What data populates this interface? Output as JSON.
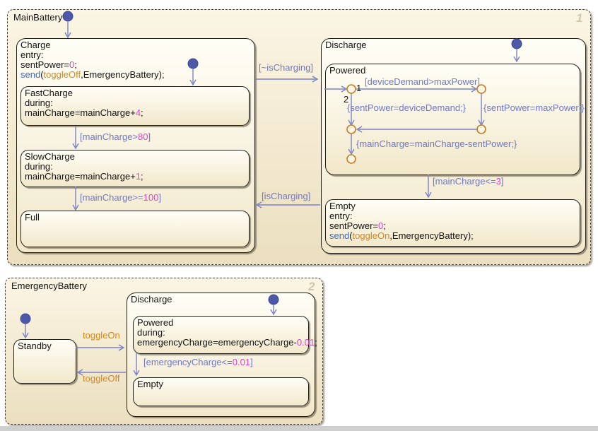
{
  "colors": {
    "transition_line": "#7a82c6",
    "transition_label": "#6f78c4",
    "number_literal": "#dc43c6",
    "keyword_blue": "#3a6bc4",
    "event_orange": "#d4881c",
    "junction_ring": "#c87b28",
    "default_dot": "#4d58a8",
    "state_fill_top": "#fffef6",
    "state_fill_bottom": "#f2e8cb",
    "chart_fill_top": "#fbf5e4",
    "chart_fill_bottom": "#ebdfbf"
  },
  "main_battery": {
    "title": "MainBattery",
    "corner_number": "1",
    "states": {
      "charge": {
        "title": "Charge",
        "entry_label": "entry:",
        "assign": {
          "pre": "sentPower=",
          "num": "0",
          "post": ";"
        },
        "send": {
          "kw": "send",
          "paren": "(",
          "event": "toggleOff",
          "rest": ",EmergencyBattery);"
        }
      },
      "fast_charge": {
        "title": "FastCharge",
        "during_label": "during:",
        "assign": {
          "pre": "mainCharge=mainCharge+",
          "num": "4",
          "post": ";"
        }
      },
      "slow_charge": {
        "title": "SlowCharge",
        "during_label": "during:",
        "assign": {
          "pre": "mainCharge=mainCharge+",
          "num": "1",
          "post": ";"
        }
      },
      "full": {
        "title": "Full"
      },
      "discharge": {
        "title": "Discharge"
      },
      "powered": {
        "title": "Powered"
      },
      "empty": {
        "title": "Empty",
        "entry_label": "entry:",
        "assign": {
          "pre": "sentPower=",
          "num": "0",
          "post": ";"
        },
        "send": {
          "kw": "send",
          "paren": "(",
          "event": "toggleOn",
          "rest": ",EmergencyBattery);"
        }
      }
    },
    "transitions": {
      "not_charging": "[~isCharging]",
      "charging": "[isCharging]",
      "over80": {
        "pre": "[mainCharge>",
        "num": "80",
        "post": "]"
      },
      "ge100": {
        "pre": "[mainCharge>=",
        "num": "100",
        "post": "]"
      },
      "le3": {
        "pre": "[mainCharge<=",
        "num": "3",
        "post": "]"
      },
      "device_demand": "[deviceDemand>maxPower]",
      "sent_device": "{sentPower=deviceDemand;}",
      "sent_max": "{sentPower=maxPower;}",
      "main_minus": "{mainCharge=mainCharge-sentPower;}",
      "branch1": "1",
      "branch2": "2"
    }
  },
  "emergency_battery": {
    "title": "EmergencyBattery",
    "corner_number": "2",
    "states": {
      "standby": {
        "title": "Standby"
      },
      "discharge": {
        "title": "Discharge"
      },
      "powered": {
        "title": "Powered",
        "during_label": "during:",
        "assign": {
          "pre": "emergencyCharge=emergencyCharge-",
          "num": "0.01",
          "post": ";"
        }
      },
      "empty": {
        "title": "Empty"
      }
    },
    "transitions": {
      "toggle_on": "toggleOn",
      "toggle_off": "toggleOff",
      "le001": {
        "pre": "[emergencyCharge<=",
        "num": "0.01",
        "post": "]"
      }
    }
  }
}
